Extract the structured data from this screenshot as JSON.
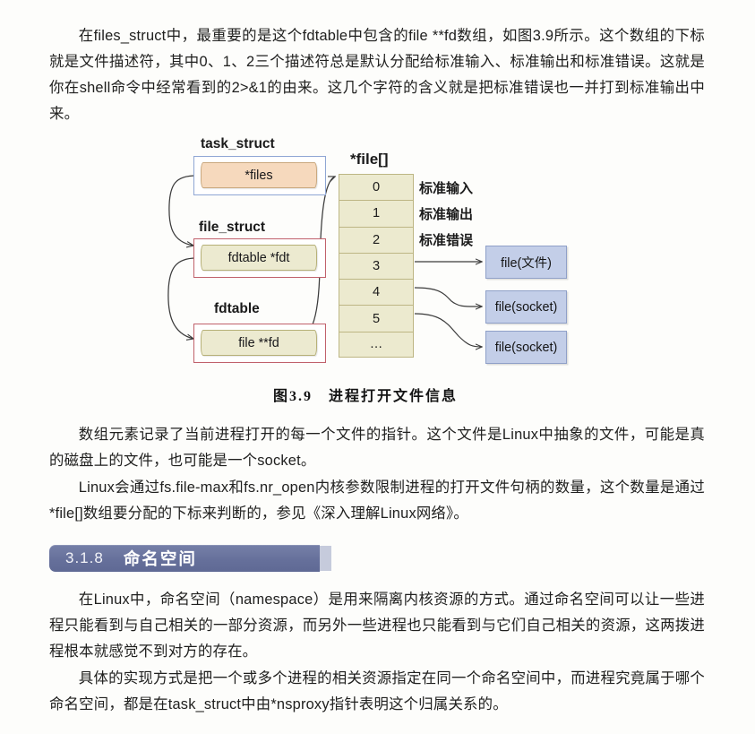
{
  "document": {
    "paragraphs": [
      {
        "id": "p1",
        "text": "在files_struct中，最重要的是这个fdtable中包含的file **fd数组，如图3.9所示。这个数组的下标就是文件描述符，其中0、1、2三个描述符总是默认分配给标准输入、标准输出和标准错误。这就是你在shell命令中经常看到的2>&1的由来。这几个字符的含义就是把标准错误也一并打到标准输出中来。"
      },
      {
        "id": "p2",
        "text": "数组元素记录了当前进程打开的每一个文件的指针。这个文件是Linux中抽象的文件，可能是真的磁盘上的文件，也可能是一个socket。"
      },
      {
        "id": "p3",
        "text": "Linux会通过fs.file-max和fs.nr_open内核参数限制进程的打开文件句柄的数量，这个数量是通过*file[]数组要分配的下标来判断的，参见《深入理解Linux网络》。"
      },
      {
        "id": "p4",
        "text": "在Linux中，命名空间（namespace）是用来隔离内核资源的方式。通过命名空间可以让一些进程只能看到与自己相关的一部分资源，而另外一些进程也只能看到与它们自己相关的资源，这两拨进程根本就感觉不到对方的存在。"
      },
      {
        "id": "p5",
        "text": "具体的实现方式是把一个或多个进程的相关资源指定在同一个命名空间中，而进程究竟属于哪个命名空间，都是在task_struct中由*nsproxy指针表明这个归属关系的。"
      }
    ]
  },
  "figure": {
    "caption": "图3.9　进程打开文件信息",
    "nodes": [
      {
        "title": "task_struct",
        "field": "*files"
      },
      {
        "title": "file_struct",
        "field": "fdtable *fdt"
      },
      {
        "title": "fdtable",
        "field": "file **fd"
      }
    ],
    "array": {
      "title": "*file[]",
      "cells": [
        "0",
        "1",
        "2",
        "3",
        "4",
        "5",
        "…"
      ]
    },
    "std_labels": [
      "标准输入",
      "标准输出",
      "标准错误"
    ],
    "file_boxes": [
      "file(文件)",
      "file(socket)",
      "file(socket)"
    ],
    "colors": {
      "peach_fill": "#f6d9bd",
      "peach_border": "#c9a87e",
      "khaki_fill": "#ecead0",
      "khaki_border": "#b6b077",
      "blue_outline": "#8fa6d4",
      "red_outline": "#c0616b",
      "file_box_fill": "#c3cee8",
      "file_box_border": "#8fa0c8"
    }
  },
  "section": {
    "number": "3.1.8",
    "title": "命名空间",
    "banner_color": "#66709b"
  }
}
